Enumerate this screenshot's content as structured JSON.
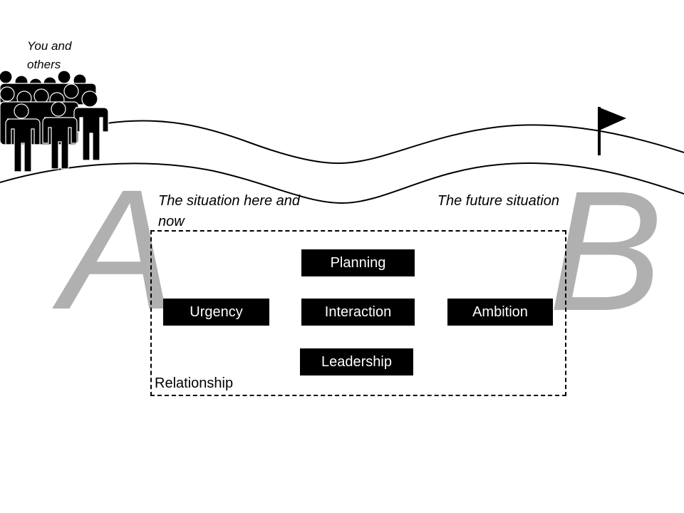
{
  "people": {
    "label": "You and others"
  },
  "situations": {
    "start": "The situation here and now",
    "end": "The future situation"
  },
  "letters": {
    "start": "A",
    "end": "B"
  },
  "factors": {
    "planning": "Planning",
    "urgency": "Urgency",
    "interaction": "Interaction",
    "ambition": "Ambition",
    "leadership": "Leadership"
  },
  "frame": {
    "label": "Relationship"
  },
  "colors": {
    "ink": "#000000",
    "letter": "#b0b0b0",
    "background": "#ffffff"
  },
  "icons": {
    "crowd": "people-crowd-icon",
    "goal": "flag-icon"
  }
}
